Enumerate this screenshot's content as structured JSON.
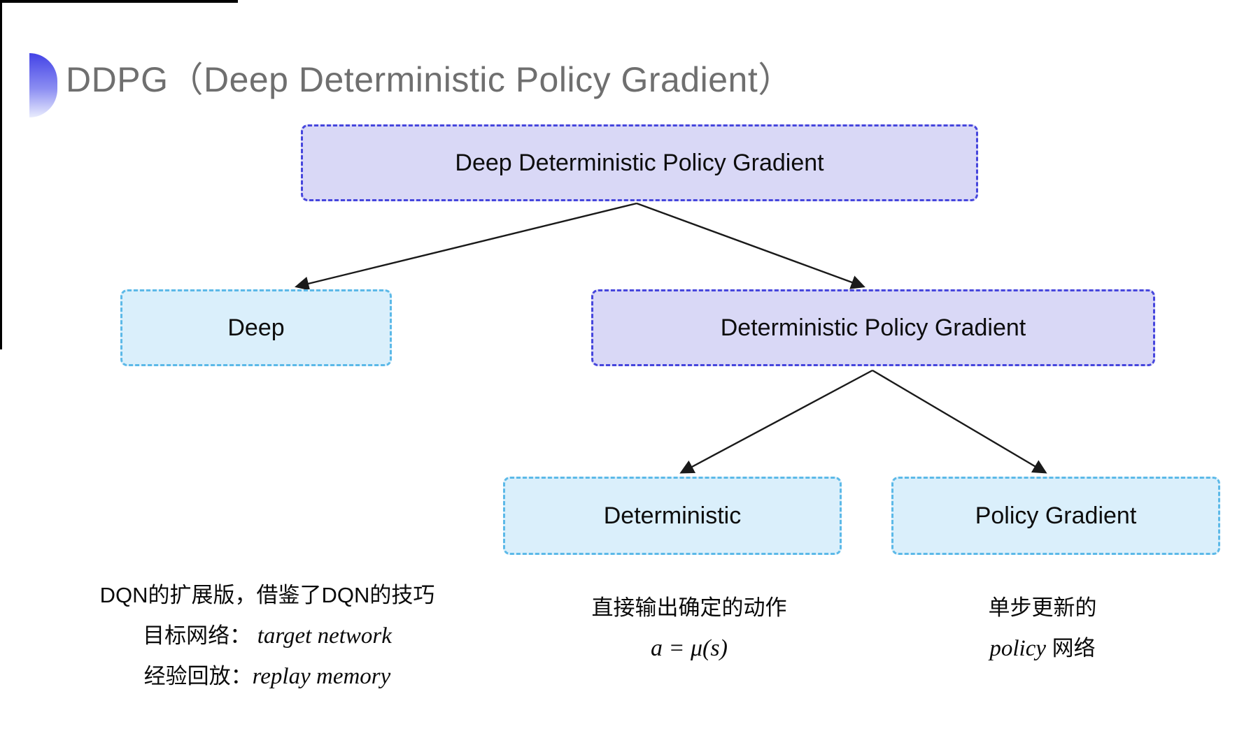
{
  "title": "DDPG（Deep Deterministic Policy Gradient）",
  "colors": {
    "lavender_fill": "#d9d8f6",
    "lavender_border": "#4646dd",
    "cyan_fill": "#daeffb",
    "cyan_border": "#5cb9e8",
    "title_gray": "#6f6f6f",
    "bullet_blue_top": "#4343e6",
    "bullet_blue_bottom": "#e9ecfd",
    "arrow_black": "#1a1a1a"
  },
  "diagram": {
    "nodes": {
      "ddpg": {
        "label": "Deep Deterministic Policy Gradient",
        "style": "lavender"
      },
      "deep": {
        "label": "Deep",
        "style": "cyan"
      },
      "dpg": {
        "label": "Deterministic Policy Gradient",
        "style": "lavender"
      },
      "deterministic": {
        "label": "Deterministic",
        "style": "cyan"
      },
      "policy_gradient": {
        "label": "Policy Gradient",
        "style": "cyan"
      }
    },
    "edges": [
      {
        "from": "ddpg",
        "to": "deep"
      },
      {
        "from": "ddpg",
        "to": "dpg"
      },
      {
        "from": "dpg",
        "to": "deterministic"
      },
      {
        "from": "dpg",
        "to": "policy_gradient"
      }
    ]
  },
  "annotations": {
    "deep_notes": {
      "line1": "DQN的扩展版，借鉴了DQN的技巧",
      "line2_zh": "目标网络：",
      "line2_en": "target network",
      "line3_zh": "经验回放：",
      "line3_en": "replay memory"
    },
    "deterministic_notes": {
      "line1": "直接输出确定的动作",
      "formula": "a = μ(s)"
    },
    "policy_gradient_notes": {
      "line1": "单步更新的",
      "line2_en": "policy",
      "line2_zh": " 网络"
    }
  }
}
